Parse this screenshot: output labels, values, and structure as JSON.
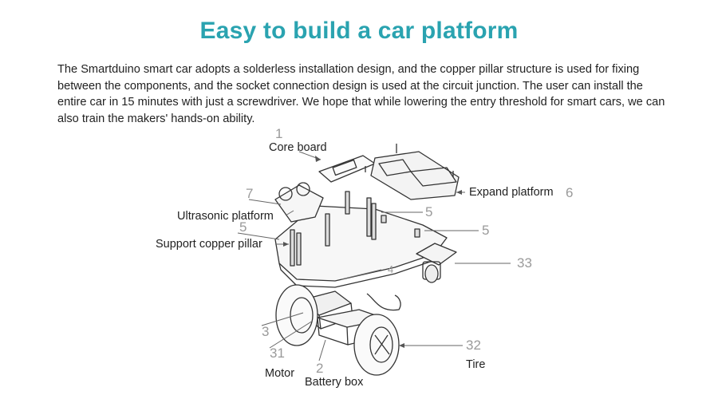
{
  "title": "Easy to build a car platform",
  "description": "The Smartduino smart car adopts a solderless installation design, and the copper pillar structure is used for fixing between the components, and the socket connection design is used at the circuit junction. The user can install the entire car in 15 minutes with just a screwdriver. We hope that while lowering the entry threshold for smart cars, we can also train the makers' hands-on ability.",
  "labels": {
    "core_board": "Core board",
    "expand_platform": "Expand platform",
    "ultrasonic_platform": "Ultrasonic platform",
    "support_copper_pillar": "Support copper pillar",
    "motor": "Motor",
    "battery_box": "Battery box",
    "tire": "Tire"
  },
  "callouts": {
    "n1": "1",
    "n7": "7",
    "n5a": "5",
    "n5b": "5",
    "n5c": "5",
    "n6": "6",
    "n4": "4",
    "n33": "33",
    "n3": "3",
    "n31": "31",
    "n2": "2",
    "n32": "32"
  },
  "colors": {
    "title": "#2aa3b0",
    "text": "#222222",
    "callout": "#9a9a9a",
    "drawing": "#333333"
  }
}
